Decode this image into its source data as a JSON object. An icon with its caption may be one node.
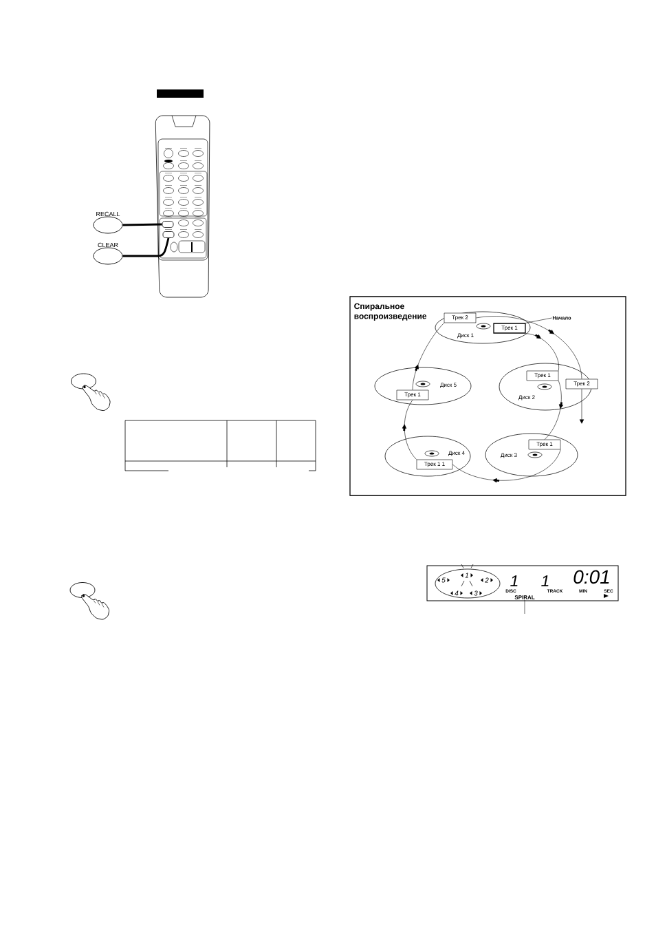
{
  "diagram": {
    "nodes": [
      {
        "text": [
          "RECALL"
        ]
      },
      {
        "text": [
          "CLEAR"
        ]
      },
      {
        "text": [],
        "shape": "box"
      },
      {
        "text": [],
        "shape": "box"
      },
      {
        "text": [
          "Спиральное воспроизведение"
        ]
      },
      {
        "text": [
          "Диск 1"
        ],
        "in": 4
      },
      {
        "text": [
          "Трек 2"
        ],
        "in": 5
      },
      {
        "text": [
          "Трек 1"
        ],
        "in": 5
      },
      {
        "text": [
          "Начало"
        ],
        "in": 4
      },
      {
        "text": [
          "Диск 5"
        ],
        "in": 4
      },
      {
        "text": [
          "Трек 1"
        ],
        "in": 9
      },
      {
        "text": [
          "Диск 2"
        ],
        "in": 4
      },
      {
        "text": [
          "Трек 1"
        ],
        "in": 11
      },
      {
        "text": [
          "Трек 2"
        ],
        "in": 4
      },
      {
        "text": [
          "Диск 4"
        ],
        "in": 4
      },
      {
        "text": [
          "Трек 1 1"
        ],
        "in": 14
      },
      {
        "text": [
          "Диск 3"
        ],
        "in": 4
      },
      {
        "text": [
          "Трек 1"
        ],
        "in": 16
      },
      {
        "text": [
          "1",
          "DISC",
          "1",
          "TRACK",
          "0:01",
          "MIN",
          "SEC"
        ]
      },
      {
        "text": [
          "5",
          "1",
          "2",
          "4",
          "3"
        ],
        "in": 18
      },
      {
        "text": [
          "SPIRAL"
        ],
        "in": 18
      }
    ],
    "edges": [
      {
        "from": 0,
        "to": 2,
        "arrow": "none",
        "style": "thick"
      },
      {
        "from": 1,
        "to": 3,
        "arrow": "none",
        "style": "thick"
      },
      {
        "from": 8,
        "to": 7,
        "arrow": "none"
      },
      {
        "from": 7,
        "to": 12,
        "arrow": "to"
      },
      {
        "from": 12,
        "to": 17,
        "arrow": "to"
      },
      {
        "from": 17,
        "to": 15,
        "arrow": "to"
      },
      {
        "from": 15,
        "to": 10,
        "arrow": "to"
      },
      {
        "from": 10,
        "to": 6,
        "arrow": "to"
      },
      {
        "from": 6,
        "to": 13,
        "arrow": "to"
      },
      {
        "from": 13,
        "to": null,
        "arrow": "to"
      },
      {
        "from": 20,
        "to": null,
        "arrow": "none"
      }
    ]
  }
}
